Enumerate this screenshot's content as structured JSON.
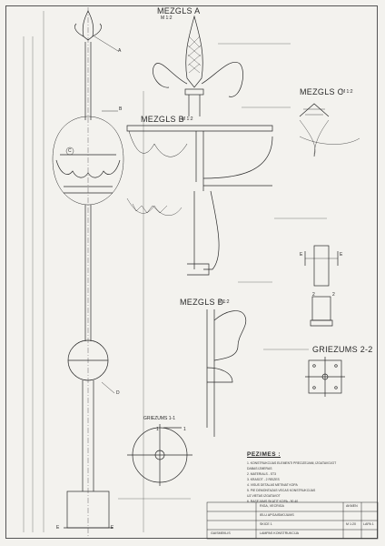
{
  "labels": {
    "node_a_title": "MEZGLS A",
    "node_a_scale": "M 1:2",
    "node_b_title": "MEZGLS B",
    "node_b_scale": "M 1:2",
    "node_c_title": "MEZGLS C",
    "node_c_scale": "M 1:2",
    "node_d_title": "MEZGLS D",
    "node_d_scale": "M 1:2",
    "section_11": "GRIEZUMS 1-1",
    "section_22": "GRIEZUMS 2-2",
    "callout_a": "A",
    "callout_b": "B",
    "callout_c": "C",
    "callout_d": "D",
    "callout_e_left": "E",
    "callout_e_right": "E",
    "detail_e_left": "E",
    "detail_e_right": "E",
    "detail_2_left": "2",
    "detail_2_right": "2",
    "section_1_left": "1",
    "section_1_right": "1"
  },
  "notes": {
    "title": "PEZIMES :",
    "items": [
      "1. KONSTRUKCIJAS ELEMENTI PRECIZEJAMI, IZGATAVOJOT",
      "   DABAS IZMERAS",
      "2. MATERIALS - ST3",
      "3. KRASOT - 2 REIZES",
      "4. VISUS DETALAS METINAT KOPA",
      "5. PIE DEMONTAZAS VECAS KONSTRUKCIJAS",
      "   UZ VIETAS IZGATAVOT",
      "6. RASEJUMS SKATIT KOPA - 90 40"
    ]
  },
  "title_block": {
    "drawing": "GAISMEKLIS",
    "sheet": "LAPA 1",
    "scale": "M 1:20",
    "stage": "AKMEN",
    "row1": "RIGA, VECRIGA",
    "row2": "IELU APGAISMOJUMS",
    "row3": "SKICE 1",
    "row4": "LAMPAS KONSTRUKCIJA"
  },
  "colors": {
    "paper": "#f3f2ee",
    "ink": "#2a2a2a"
  }
}
